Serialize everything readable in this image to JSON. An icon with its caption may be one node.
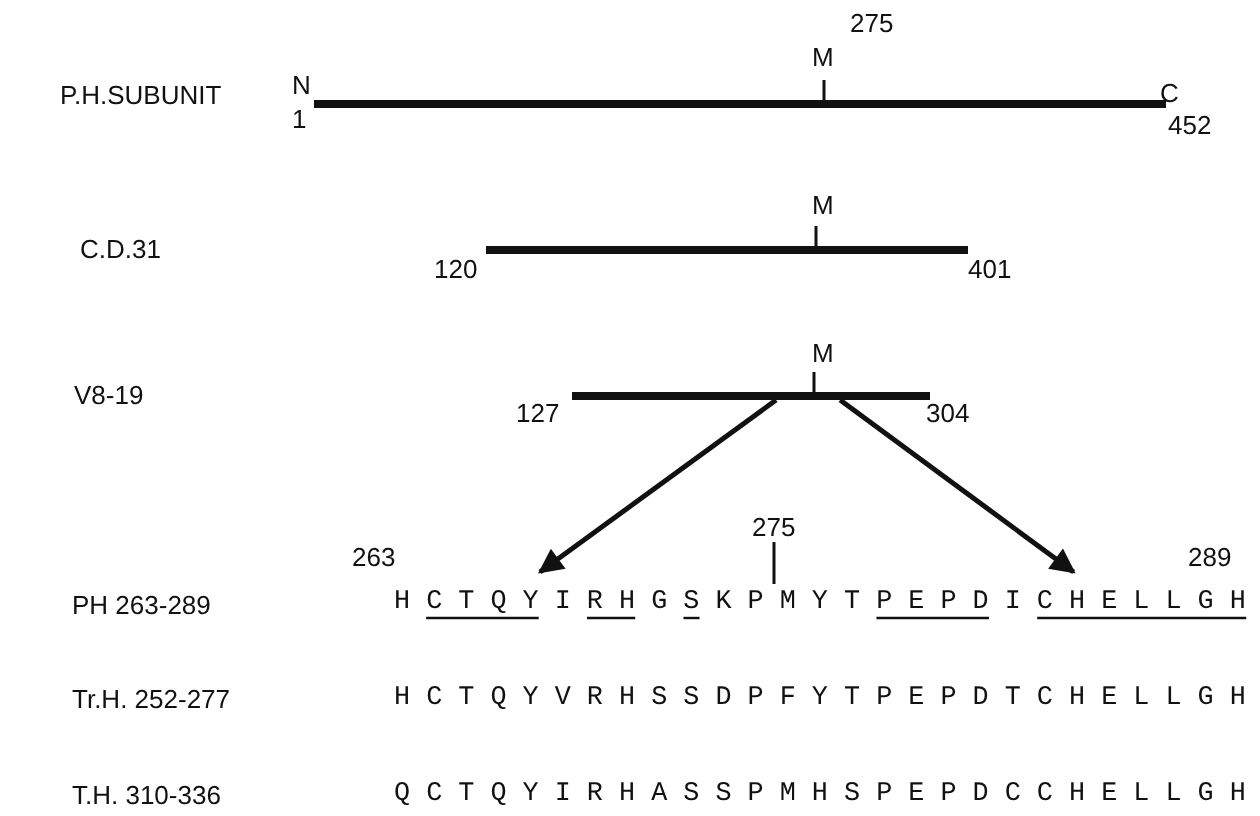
{
  "diagram": {
    "nodes": [
      {
        "text": [],
        "shape": "bar"
      },
      {
        "text": [
          "H C T Q Y I R H G S K P M Y T P E P D I C H E L L G H"
        ]
      }
    ],
    "edges": [
      {
        "from": 0,
        "to": 1,
        "arrow": "to"
      },
      {
        "from": 0,
        "to": 1,
        "arrow": "to"
      }
    ],
    "labels": [
      "P.H.SUBUNIT",
      "275",
      "M",
      "N",
      "C",
      "1",
      "452",
      "M",
      "C.D.31",
      "120",
      "401",
      "M",
      "V8-19",
      "127",
      "304",
      "275",
      "263",
      "289",
      "PH 263-289",
      "Tr.H. 252-277",
      "H C T Q Y V R H S S D P F Y T P E P D T C H E L L G H",
      "T.H. 310-336",
      "Q C T Q Y I R H A S S P M H S P E P D C C H E L L G H"
    ]
  }
}
